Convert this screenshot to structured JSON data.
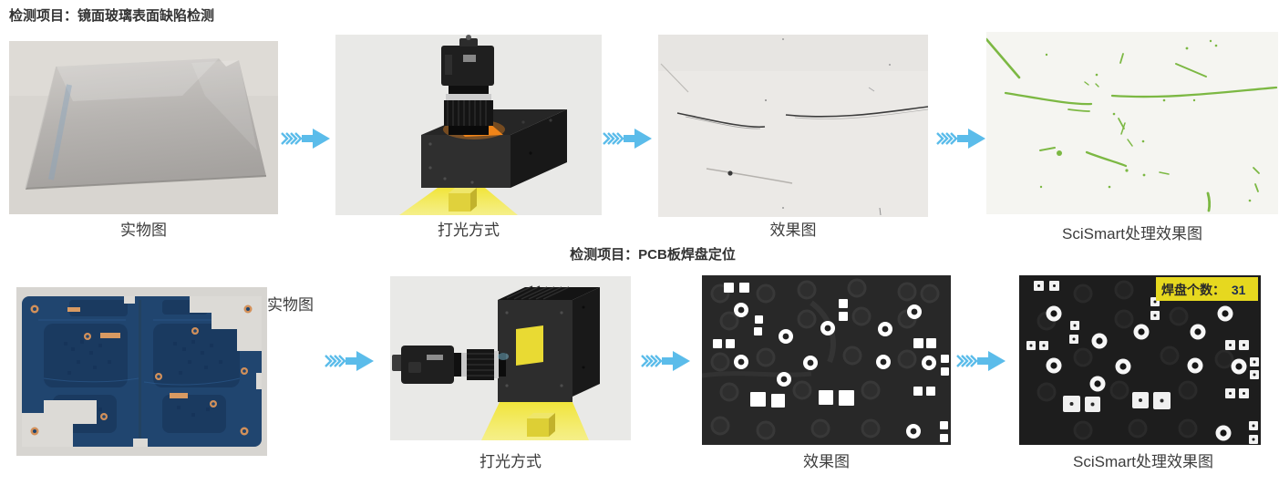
{
  "sections": [
    {
      "title": "检测项目：镜面玻璃表面缺陷检测",
      "steps": [
        {
          "label": "实物图"
        },
        {
          "label": "打光方式"
        },
        {
          "label": "效果图"
        },
        {
          "label": "SciSmart处理效果图"
        }
      ]
    },
    {
      "title": "检测项目：PCB板焊盘定位",
      "steps": [
        {
          "label": "实物图"
        },
        {
          "label": "打光方式"
        },
        {
          "label": "效果图"
        },
        {
          "label": "SciSmart处理效果图"
        }
      ],
      "result_overlay": {
        "pad_count_label": "焊盘个数：",
        "pad_count_value": "31"
      }
    }
  ],
  "colors": {
    "arrow_blue": "#5bbcea",
    "defect_green": "#7cb843",
    "overlay_yellow": "#e6d81f",
    "beam_yellow": "#f2e83a",
    "pcb_blue": "#20456f"
  }
}
